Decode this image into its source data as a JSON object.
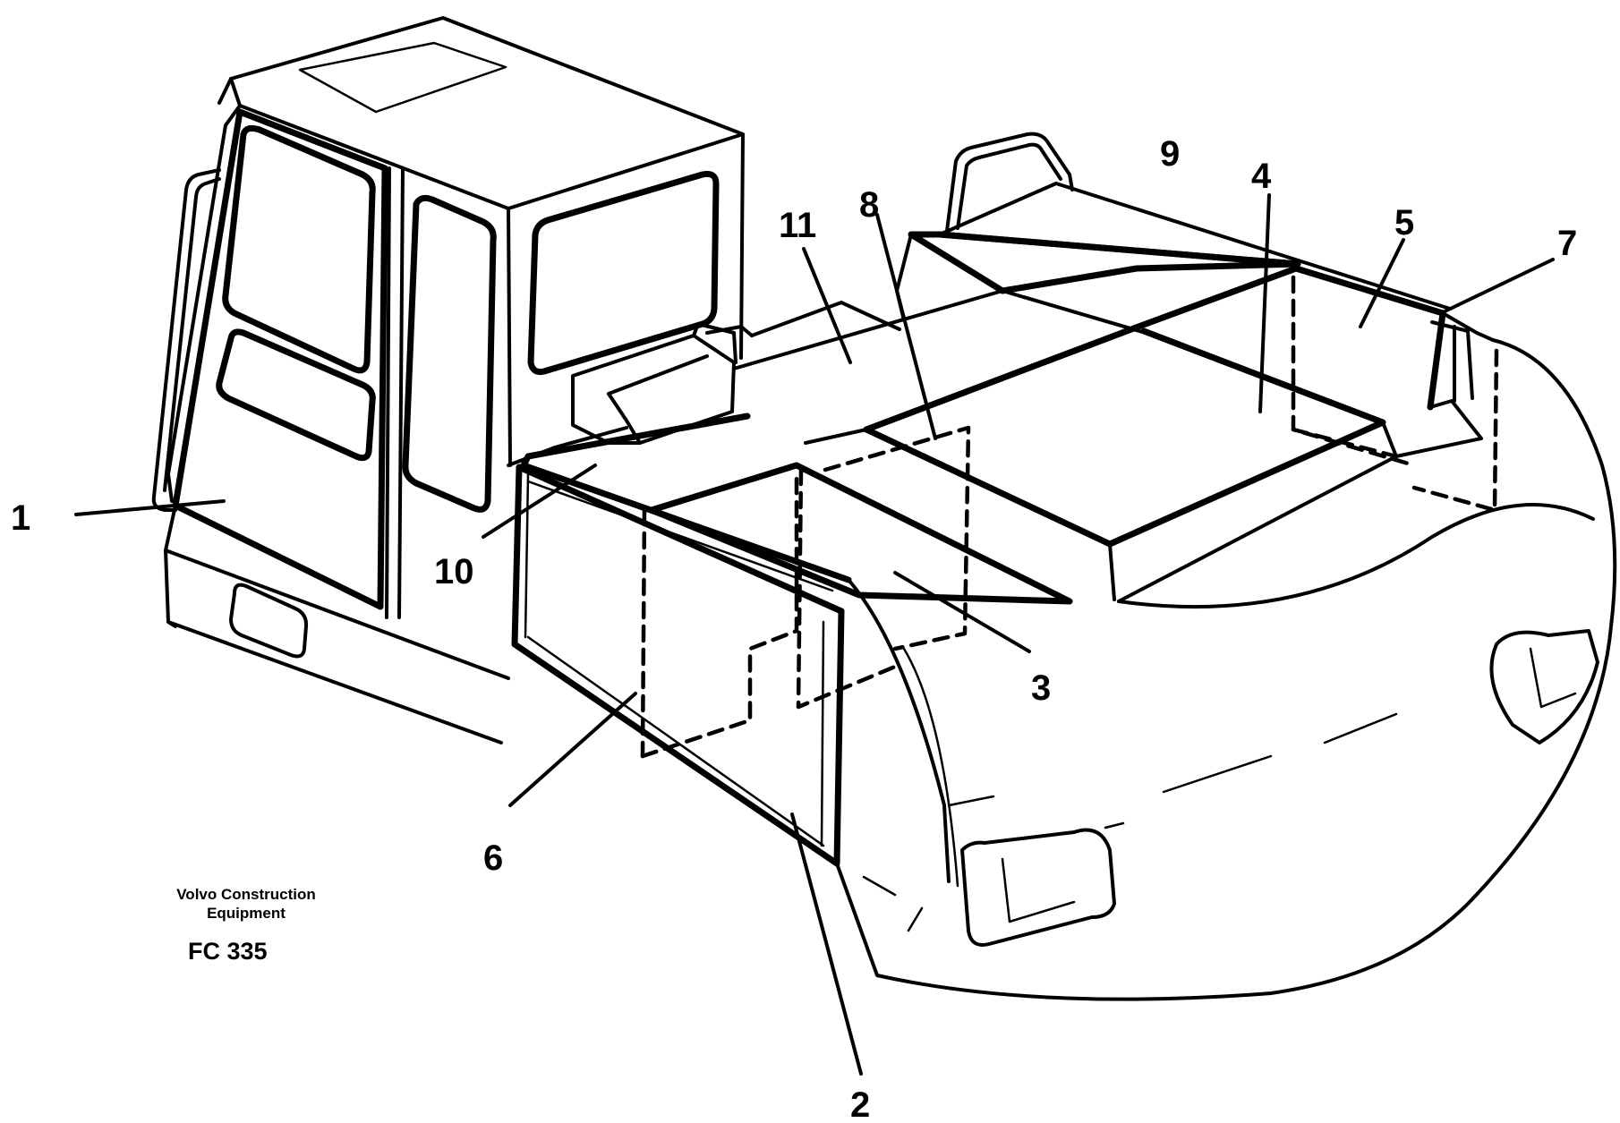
{
  "figure": {
    "id_code": "FC 335",
    "manufacturer_line_1": "Volvo Construction",
    "manufacturer_line_2": "Equipment"
  },
  "callouts": [
    {
      "id": "1",
      "label": "1"
    },
    {
      "id": "2",
      "label": "2"
    },
    {
      "id": "3",
      "label": "3"
    },
    {
      "id": "4",
      "label": "4"
    },
    {
      "id": "5",
      "label": "5"
    },
    {
      "id": "6",
      "label": "6"
    },
    {
      "id": "7",
      "label": "7"
    },
    {
      "id": "8",
      "label": "8"
    },
    {
      "id": "9",
      "label": "9"
    },
    {
      "id": "10",
      "label": "10"
    },
    {
      "id": "11",
      "label": "11"
    }
  ]
}
